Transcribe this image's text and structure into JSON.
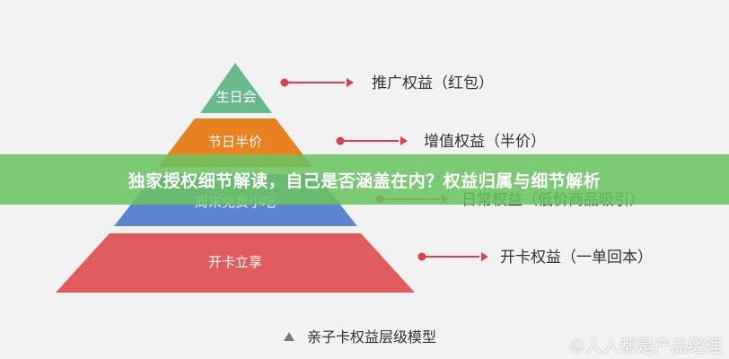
{
  "colors": {
    "tier1": "#6ab98b",
    "tier2": "#e8811f",
    "tier3": "#5b86cf",
    "tier4": "#e15c5f",
    "arrow": "#d8414e",
    "banner": "#6ac460"
  },
  "pyramid": {
    "tiers": [
      {
        "label": "生日会",
        "right": "推广权益（红包）"
      },
      {
        "label": "节日半价",
        "right": "增值权益（半价）"
      },
      {
        "label": "周末免费小吃",
        "right": "日常权益（低价商品吸引）"
      },
      {
        "label": "开卡立享",
        "right": "开卡权益（一单回本）"
      }
    ]
  },
  "caption": {
    "icon": "triangle-icon",
    "text": "亲子卡权益层级模型"
  },
  "banner": {
    "text": "独家授权细节解读，自己是否涵盖在内？权益归属与细节解析"
  },
  "watermark": {
    "text": "©人人都是产品经理"
  }
}
